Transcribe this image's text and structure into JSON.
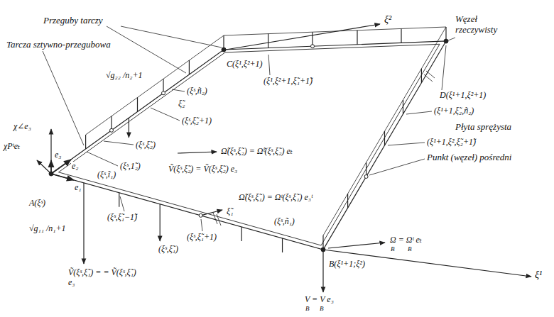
{
  "diagram": {
    "labels": [
      "Przeguby tarczy",
      "Tarcza sztywno-przegubowa",
      "√g₂₂ /n₂+1",
      "ξ²",
      "Węzeł rzeczywisty",
      "C(ξ¹,ξ²+1)",
      "(ξ¹,ξ²+1,ξ̃₁+1̃)",
      "(ξˢ,ñ₂)",
      "ξ̃₂",
      "(ξˢ,ξ̃₂+1)",
      "D(ξ¹+1,ξ²+1)",
      "(ξ¹+1,ξ̃₂,ñ₂)",
      "Płyta sprężysta",
      "(ξ¹+1,ξ²,ξ̃₂+1̃)",
      "Punkt (węzeł) pośredni",
      "χ∠e₃",
      "(ξˢ,ξ̃₂)",
      "Ω̃(ξˢ,ξ̃₂) = Ω̃ᵗ(ξˢ,ξ̃₂) eₜ",
      "(ξˢ,1̃₂)",
      "Ṽ(ξˢ,ξ̃₂) = Ṽ(ξˢ,ξ̃₂) e₃",
      "χPᵗeₜ",
      "e₃",
      "e₂",
      "(ξˢ,ĩ₁)",
      "Ω̃(ξˢ,ξ̃₁) = Ωᵗ(ξˢ,ξ̃₁) e₃ᵗ",
      "A(ξˢ)",
      "e₁",
      "ξ̃₁",
      "(ξˢ,ξ̃₁−1̃)",
      "(ξˢ,ξ̃₁+1)",
      "√g₁₁ /n₁+1",
      "(ξˢ,ξ̃₁)",
      "(ξˢ,ñ₁)",
      "B(ξ¹+1;ξ²)",
      "Ω = Ωᵗ eₜ",
      "B",
      "B",
      "Ṽ(ξˢ,ξ̃₁) = = Ṽ(ξˢ,ξ̃₁) e₃",
      "V = V e₃",
      "B",
      "B",
      "ξ¹"
    ]
  }
}
